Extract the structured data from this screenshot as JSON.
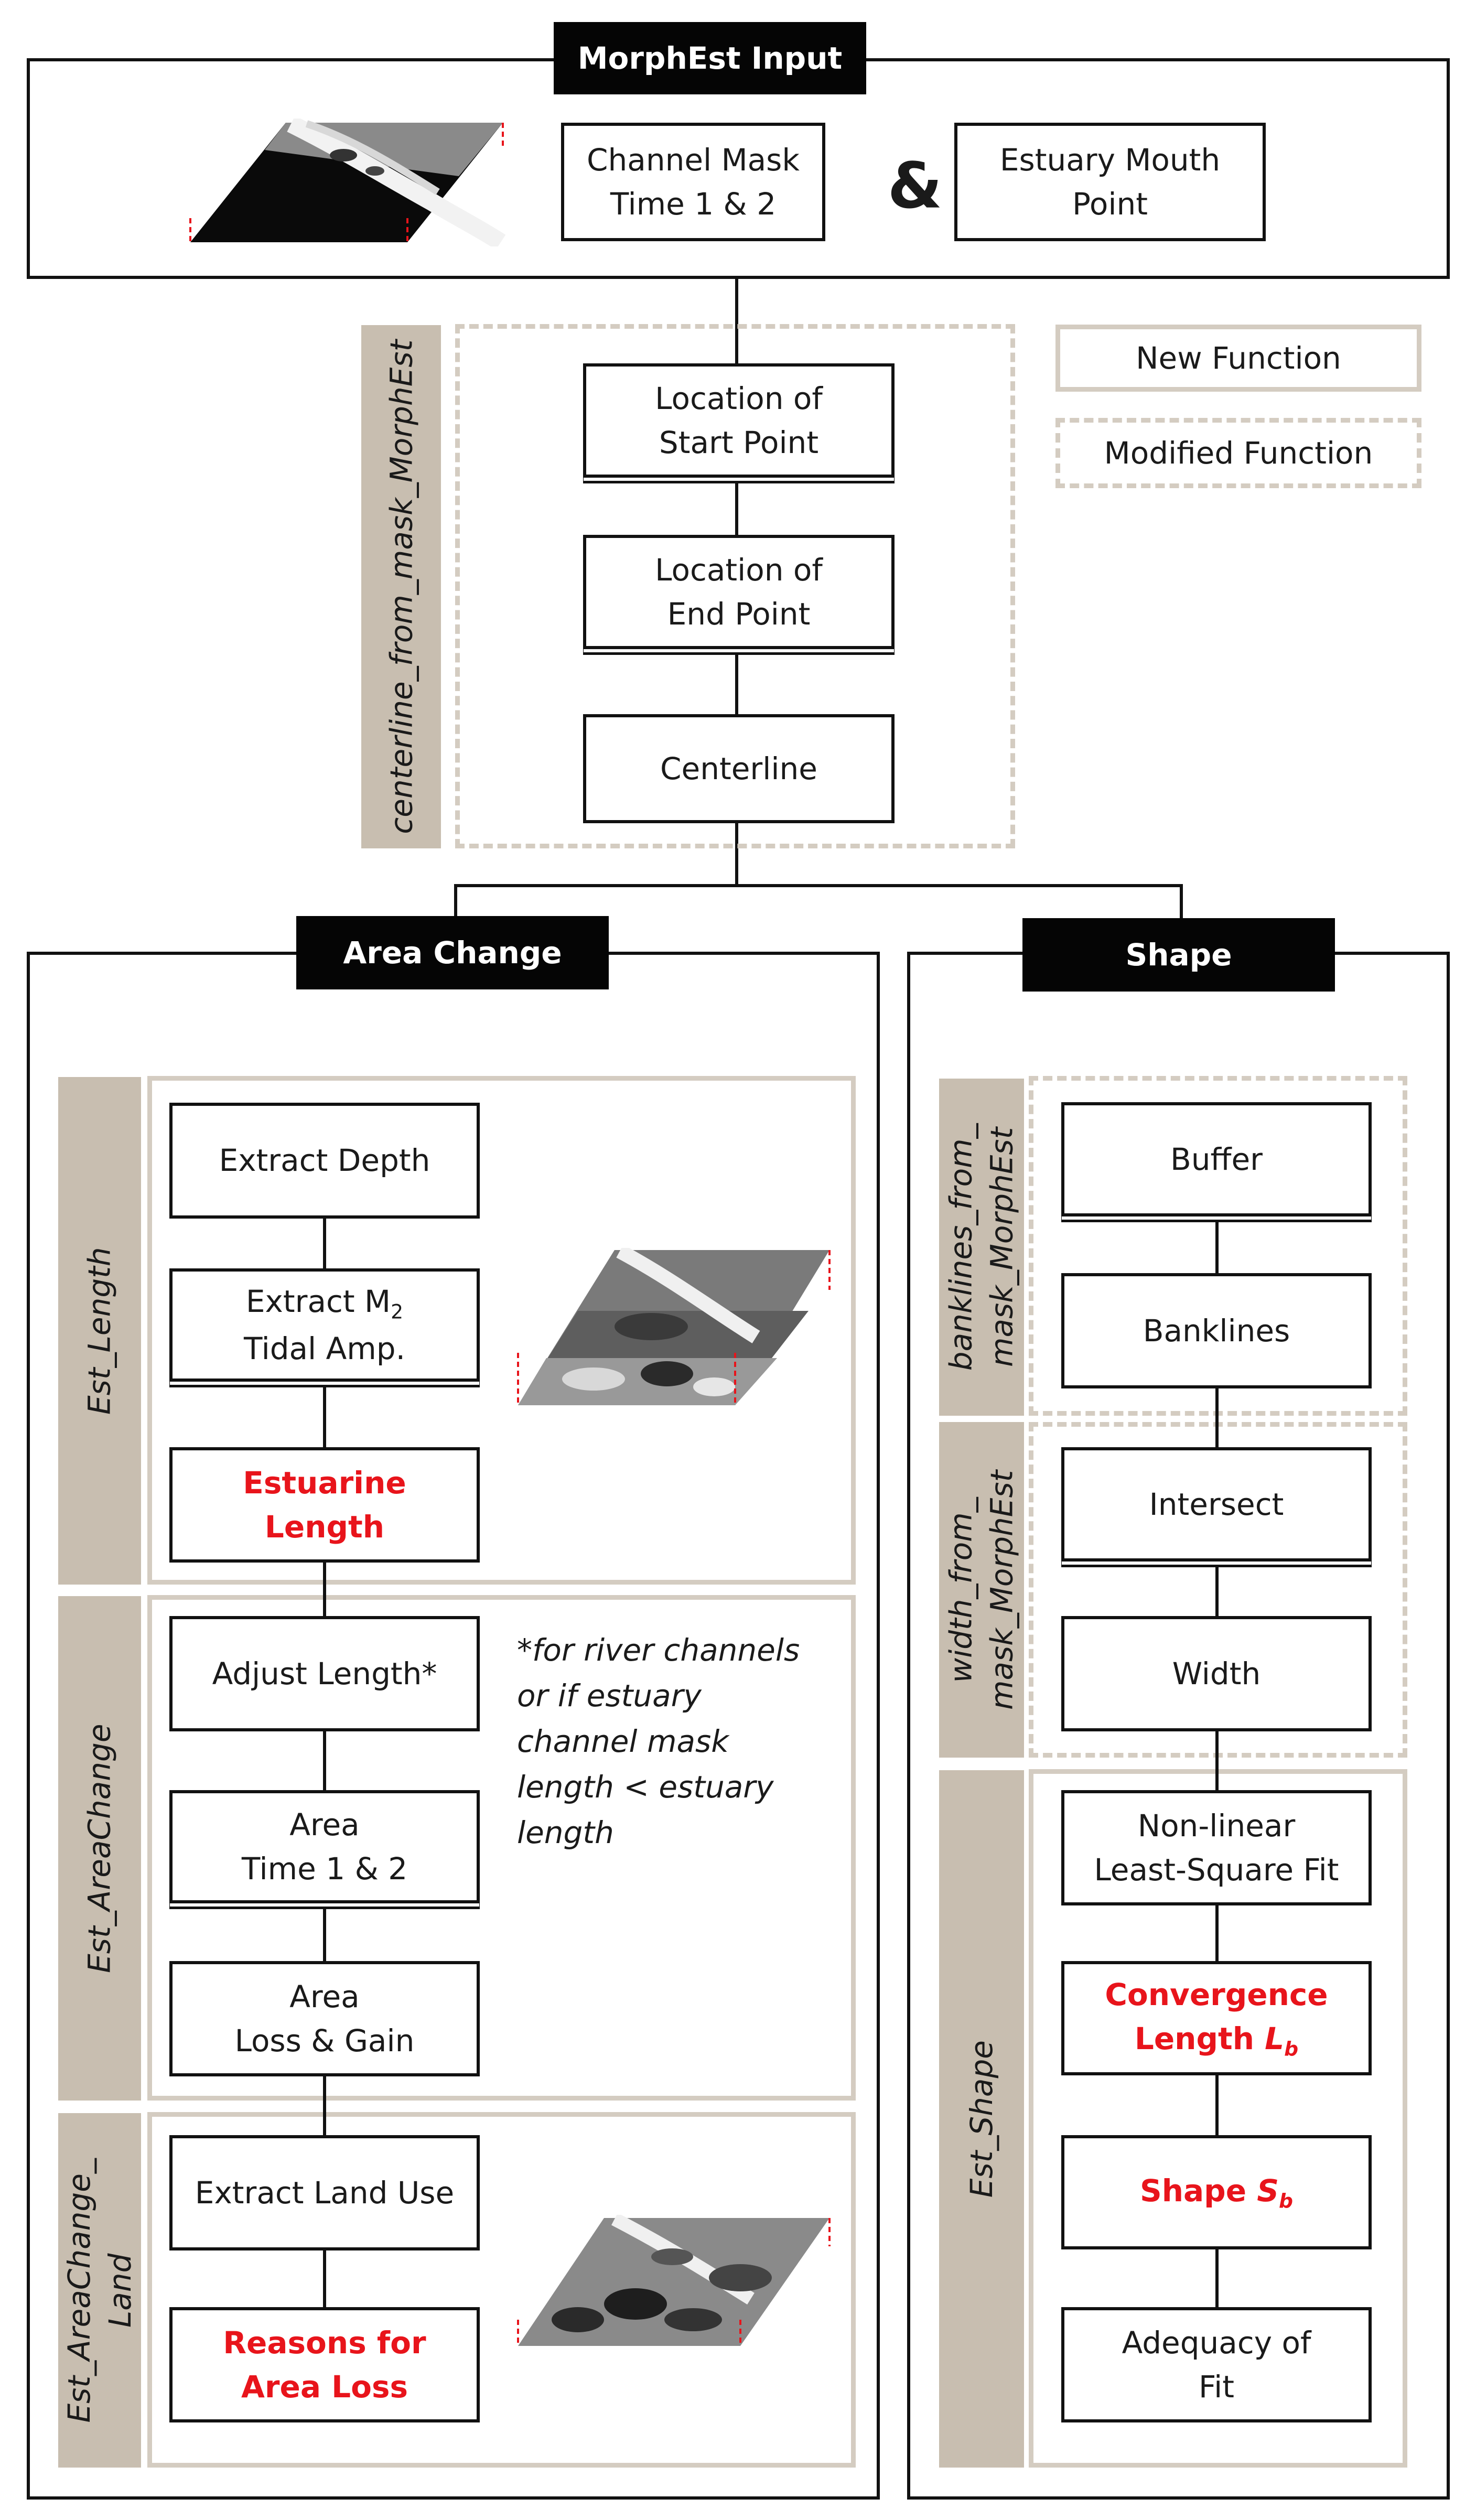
{
  "input": {
    "title": "MorphEst Input",
    "channel_mask": "Channel Mask\nTime 1 & 2",
    "amp": "&",
    "estuary_mouth": "Estuary Mouth\nPoint"
  },
  "legend": {
    "new_function": "New Function",
    "modified_function": "Modified Function"
  },
  "centerline": {
    "group_label": "centerline_from_mask_MorphEst",
    "start_point": "Location of\nStart Point",
    "end_point": "Location of\nEnd Point",
    "centerline": "Centerline"
  },
  "area_change": {
    "title": "Area Change",
    "est_length": {
      "label": "Est_Length",
      "extract_depth": "Extract Depth",
      "extract_m2_prefix": "Extract M",
      "extract_m2_sub": "2",
      "extract_m2_suffix": "Tidal Amp.",
      "estuarine_length": "Estuarine\nLength"
    },
    "est_areachange": {
      "label": "Est_AreaChange",
      "adjust_length": "Adjust Length*",
      "area_time": "Area\nTime 1 & 2",
      "area_loss_gain": "Area\nLoss & Gain",
      "note": "*for river channels\nor if estuary\nchannel mask\nlength < estuary\nlength"
    },
    "est_areachange_land": {
      "label": "Est_AreaChange_\nLand",
      "extract_land_use": "Extract Land Use",
      "reasons": "Reasons for\nArea Loss"
    }
  },
  "shape": {
    "title": "Shape",
    "banklines_group": {
      "label": "banklines_from_\nmask_MorphEst",
      "buffer": "Buffer",
      "banklines": "Banklines"
    },
    "width_group": {
      "label": "width_from_\nmask_MorphEst",
      "intersect": "Intersect",
      "width": "Width"
    },
    "est_shape": {
      "label": "Est_Shape",
      "fit": "Non-linear\nLeast-Square Fit",
      "convergence_prefix": "Convergence\nLength ",
      "convergence_symbol": "L",
      "convergence_sub": "b",
      "shape_prefix": "Shape ",
      "shape_symbol": "S",
      "shape_sub": "b",
      "adequacy": "Adequacy of\nFit"
    }
  },
  "colors": {
    "highlight": "#e8141b",
    "group_border": "#d4ccc1",
    "tag_fill": "#c8beb0"
  }
}
